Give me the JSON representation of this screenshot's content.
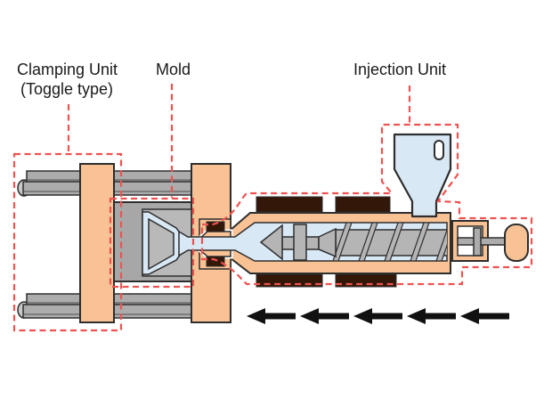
{
  "labels": {
    "clamping_unit_line1": "Clamping Unit",
    "clamping_unit_line2": "(Toggle type)",
    "mold": "Mold",
    "injection_unit": "Injection Unit"
  },
  "arrows": {
    "count": 5,
    "direction": "left",
    "color": "#111111"
  },
  "colors": {
    "machine_body_orange": "#F8C294",
    "melt_channel_blue": "#D9E8F5",
    "tie_bar_gray": "#ACACAC",
    "mold_gray": "#A7A7A7",
    "mold_inner_gray": "#B9B9B9",
    "screw_gray": "#B5B5B5",
    "heater_band_brown": "#331708",
    "annotation_red": "#EE5351",
    "outline": "#2E2E2E",
    "label_text": "#1A1A1A"
  },
  "components": [
    "clamping-unit",
    "tie-bars",
    "moving-platen",
    "fixed-platen",
    "mold",
    "molded-part",
    "sprue-channel",
    "nozzle",
    "heater-bands",
    "barrel",
    "screw",
    "hopper",
    "injection-drive",
    "handle"
  ]
}
